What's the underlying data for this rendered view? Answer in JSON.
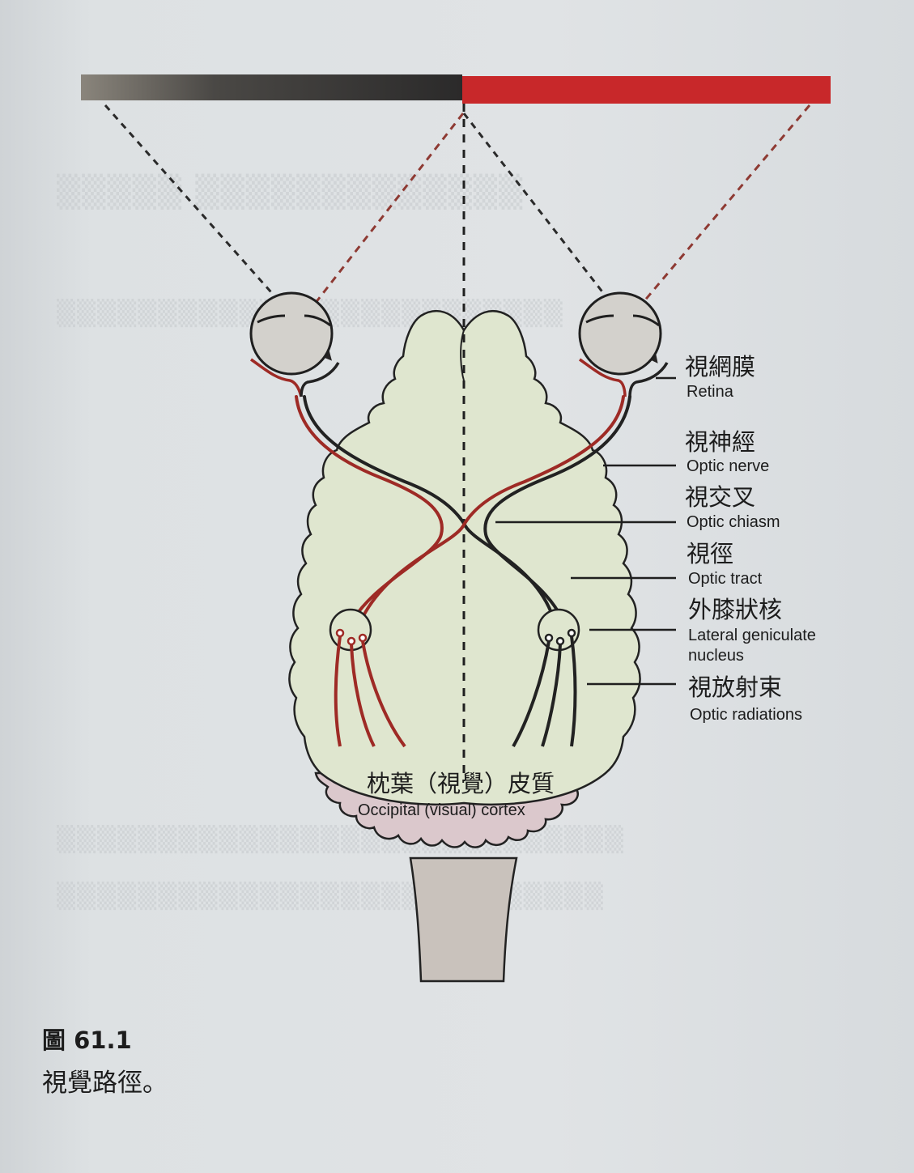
{
  "figure": {
    "number": "圖 61.1",
    "caption": "視覺路徑。",
    "colors": {
      "left_field": "#3b3a38",
      "right_field": "#c8282a",
      "red_pathway": "#9e2a25",
      "black_pathway": "#262424",
      "brain_fill": "#dfe6cf",
      "cortex_fill": "#dbc8cc",
      "brainstem_fill": "#c9c2bc"
    }
  },
  "labels": {
    "retina": {
      "zh": "視網膜",
      "en": "Retina"
    },
    "optic_nerve": {
      "zh": "視神經",
      "en": "Optic nerve"
    },
    "optic_chiasm": {
      "zh": "視交叉",
      "en": "Optic chiasm"
    },
    "optic_tract": {
      "zh": "視徑",
      "en": "Optic tract"
    },
    "lgn": {
      "zh": "外膝狀核",
      "en_line1": "Lateral geniculate",
      "en_line2": "nucleus"
    },
    "optic_radiations": {
      "zh": "視放射束",
      "en": "Optic radiations"
    },
    "cortex": {
      "zh": "枕葉（視覺）皮質",
      "en": "Occipital (visual) cortex"
    }
  }
}
